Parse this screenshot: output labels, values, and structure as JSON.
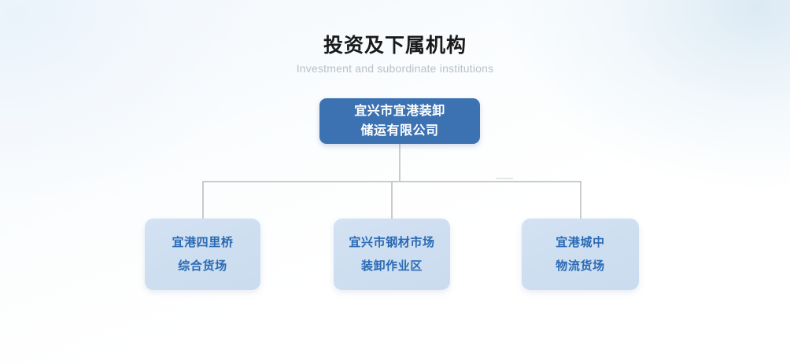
{
  "header": {
    "title": "投资及下属机构",
    "subtitle": "Investment and subordinate institutions"
  },
  "colors": {
    "root_node_bg": "#3c72b2",
    "root_node_text": "#ffffff",
    "child_node_bg": "#cfdff2",
    "child_node_text": "#2a6ab4",
    "connector_line": "#c9cccf",
    "title_text": "#1a1a1a",
    "subtitle_text": "#b9c0c7",
    "background": "#ffffff"
  },
  "chart_data": {
    "type": "diagram",
    "title": "投资及下属机构",
    "subtitle": "Investment and subordinate institutions",
    "orientation": "top-down",
    "root": {
      "id": "root",
      "lines": [
        "宜兴市宜港装卸",
        "储运有限公司"
      ],
      "full_text": "宜兴市宜港装卸储运有限公司"
    },
    "children": [
      {
        "id": "child-0",
        "lines": [
          "宜港四里桥",
          "综合货场"
        ],
        "full_text": "宜港四里桥综合货场"
      },
      {
        "id": "child-1",
        "lines": [
          "宜兴市钢材市场",
          "装卸作业区"
        ],
        "full_text": "宜兴市钢材市场装卸作业区"
      },
      {
        "id": "child-2",
        "lines": [
          "宜港城中",
          "物流货场"
        ],
        "full_text": "宜港城中物流货场"
      }
    ]
  }
}
